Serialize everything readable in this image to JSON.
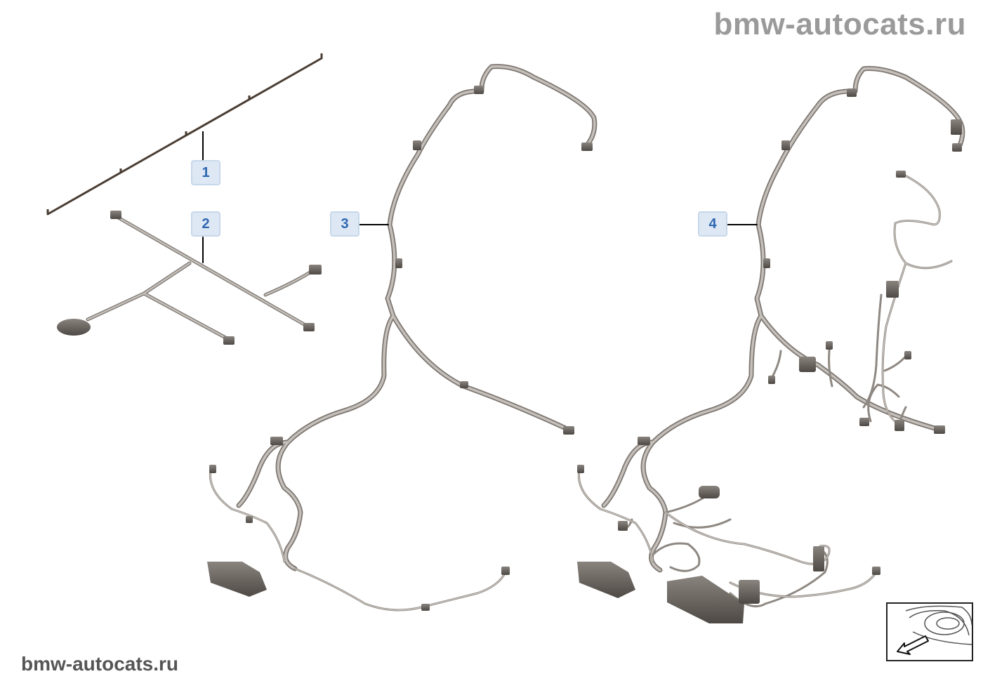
{
  "watermark": {
    "top": "bmw-autocats.ru",
    "bottom": "bmw-autocats.ru"
  },
  "callouts": [
    {
      "label": "1",
      "part": "wiring-harness-strip"
    },
    {
      "label": "2",
      "part": "sensor-harness"
    },
    {
      "label": "3",
      "part": "seat-harness-basic"
    },
    {
      "label": "4",
      "part": "seat-harness-full"
    }
  ],
  "colors": {
    "wire": "#a59e98",
    "wire_dark": "#6e6862",
    "connector": "#6a6460",
    "callout_bg": "#dde8f4",
    "callout_text": "#2f67b2",
    "strip": "#4a3d33"
  },
  "icons": {
    "inset": "vehicle-front-locator-icon"
  }
}
